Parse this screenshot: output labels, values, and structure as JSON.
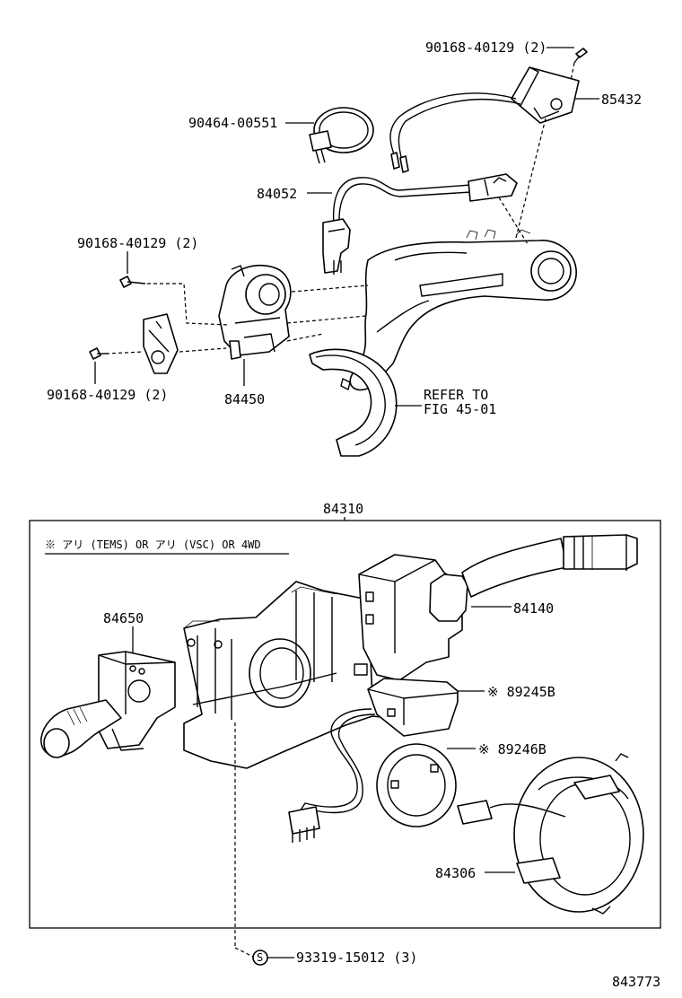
{
  "labels": {
    "p1": "90168-40129 (2)",
    "p2": "85432",
    "p3": "90464-00551",
    "p4": "84052",
    "p5": "90168-40129 (2)",
    "p6": "90168-40129 (2)",
    "p7": "84450",
    "refer1": "REFER TO",
    "refer2": "FIG 45-01",
    "p8": "84310",
    "note": "※ アリ (TEMS)  OR アリ (VSC)  OR  4WD",
    "p9": "84650",
    "p10": "84140",
    "p11": "※ 89245B",
    "p12": "※ 89246B",
    "p13": "84306",
    "p14": "93319-15012 (3)",
    "screw_symbol": "S",
    "figno": "843773"
  }
}
